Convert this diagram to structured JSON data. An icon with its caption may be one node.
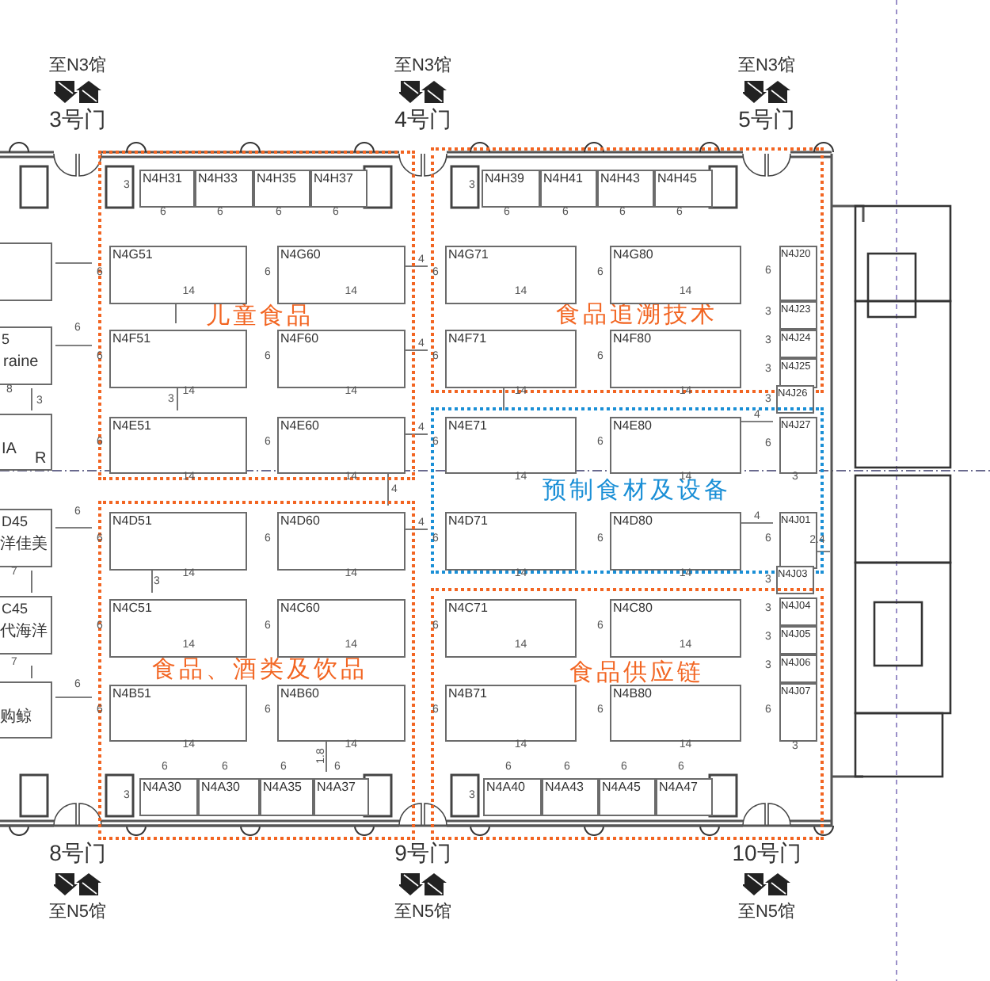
{
  "diagram": {
    "nodes": [
      {
        "text": [
          "儿童食品"
        ]
      },
      {
        "text": [
          "N4H31"
        ],
        "in": 0
      },
      {
        "text": [
          "N4H33"
        ],
        "in": 0
      },
      {
        "text": [
          "N4H35"
        ],
        "in": 0
      },
      {
        "text": [
          "N4H37"
        ],
        "in": 0
      },
      {
        "text": [
          "N4G51"
        ],
        "in": 0
      },
      {
        "text": [
          "N4G60"
        ],
        "in": 0
      },
      {
        "text": [
          "N4F51"
        ],
        "in": 0
      },
      {
        "text": [
          "N4F60"
        ],
        "in": 0
      },
      {
        "text": [
          "N4E51"
        ],
        "in": 0
      },
      {
        "text": [
          "N4E60"
        ],
        "in": 0
      },
      {
        "text": [
          "食品追溯技术"
        ]
      },
      {
        "text": [
          "N4H39"
        ],
        "in": 11
      },
      {
        "text": [
          "N4H41"
        ],
        "in": 11
      },
      {
        "text": [
          "N4H43"
        ],
        "in": 11
      },
      {
        "text": [
          "N4H45"
        ],
        "in": 11
      },
      {
        "text": [
          "N4G71"
        ],
        "in": 11
      },
      {
        "text": [
          "N4G80"
        ],
        "in": 11
      },
      {
        "text": [
          "N4J20"
        ],
        "in": 11
      },
      {
        "text": [
          "N4F71"
        ],
        "in": 11
      },
      {
        "text": [
          "N4F80"
        ],
        "in": 11
      },
      {
        "text": [
          "N4J23"
        ],
        "in": 11
      },
      {
        "text": [
          "N4J24"
        ],
        "in": 11
      },
      {
        "text": [
          "N4J25"
        ],
        "in": 11
      },
      {
        "text": [
          "N4J26"
        ]
      },
      {
        "text": [
          "预制食材及设备"
        ]
      },
      {
        "text": [
          "N4E71"
        ],
        "in": 25
      },
      {
        "text": [
          "N4E80"
        ],
        "in": 25
      },
      {
        "text": [
          "N4J27"
        ],
        "in": 25
      },
      {
        "text": [
          "N4D71"
        ],
        "in": 25
      },
      {
        "text": [
          "N4D80"
        ],
        "in": 25
      },
      {
        "text": [
          "N4J01"
        ],
        "in": 25
      },
      {
        "text": [
          "N4J03"
        ]
      },
      {
        "text": [
          "食品、酒类及饮品"
        ]
      },
      {
        "text": [
          "N4D51"
        ],
        "in": 33
      },
      {
        "text": [
          "N4D60"
        ],
        "in": 33
      },
      {
        "text": [
          "N4C51"
        ],
        "in": 33
      },
      {
        "text": [
          "N4C60"
        ],
        "in": 33
      },
      {
        "text": [
          "N4B51"
        ],
        "in": 33
      },
      {
        "text": [
          "N4B60"
        ],
        "in": 33
      },
      {
        "text": [
          "N4A30"
        ],
        "in": 33
      },
      {
        "text": [
          "N4A30"
        ],
        "in": 33
      },
      {
        "text": [
          "N4A35"
        ],
        "in": 33
      },
      {
        "text": [
          "N4A37"
        ],
        "in": 33
      },
      {
        "text": [
          "食品供应链"
        ]
      },
      {
        "text": [
          "N4C71"
        ],
        "in": 44
      },
      {
        "text": [
          "N4C80"
        ],
        "in": 44
      },
      {
        "text": [
          "N4J04"
        ],
        "in": 44
      },
      {
        "text": [
          "N4J05"
        ],
        "in": 44
      },
      {
        "text": [
          "N4J06"
        ],
        "in": 44
      },
      {
        "text": [
          "N4J07"
        ],
        "in": 44
      },
      {
        "text": [
          "N4B71"
        ],
        "in": 44
      },
      {
        "text": [
          "N4B80"
        ],
        "in": 44
      },
      {
        "text": [
          "N4A40"
        ],
        "in": 44
      },
      {
        "text": [
          "N4A43"
        ],
        "in": 44
      },
      {
        "text": [
          "N4A45"
        ],
        "in": 44
      },
      {
        "text": [
          "N4A47"
        ],
        "in": 44
      },
      {
        "text": [],
        "shape": "box"
      },
      {
        "text": [
          "5",
          "raine"
        ]
      },
      {
        "text": [
          "IA",
          "R"
        ]
      },
      {
        "text": [
          "D45",
          "洋佳美"
        ]
      },
      {
        "text": [
          "C45",
          "代海洋"
        ]
      },
      {
        "text": [
          "购鲸"
        ]
      }
    ],
    "labels": [
      "至N3馆",
      "至N3馆",
      "至N3馆",
      "3号门",
      "4号门",
      "5号门",
      "6",
      "6",
      "6",
      "6",
      "6",
      "6",
      "6",
      "6",
      "3",
      "3",
      "6",
      "14",
      "6",
      "14",
      "6",
      "14",
      "6",
      "14",
      "6",
      "14",
      "6",
      "14",
      "6",
      "14",
      "6",
      "14",
      "6",
      "14",
      "6",
      "14",
      "6",
      "14",
      "6",
      "14",
      "6",
      "14",
      "6",
      "14",
      "6",
      "14",
      "6",
      "14",
      "6",
      "14",
      "6",
      "14",
      "6",
      "14",
      "6",
      "14",
      "6",
      "14",
      "6",
      "14",
      "6",
      "14",
      "6",
      "14",
      "6",
      "6",
      "6",
      "6",
      "6",
      "6",
      "6",
      "6",
      "3",
      "3",
      "4",
      "4",
      "4",
      "4",
      "4",
      "4",
      "4",
      "3",
      "3",
      "1.8",
      "6",
      "6",
      "6",
      "8",
      "3",
      "7",
      "7",
      "6",
      "3",
      "3",
      "3",
      "3",
      "6",
      "6",
      "3",
      "3",
      "3",
      "3",
      "6",
      "3",
      "3",
      "2.4",
      "8号门",
      "9号门",
      "10号门",
      "至N5馆",
      "至N5馆",
      "至N5馆"
    ]
  }
}
